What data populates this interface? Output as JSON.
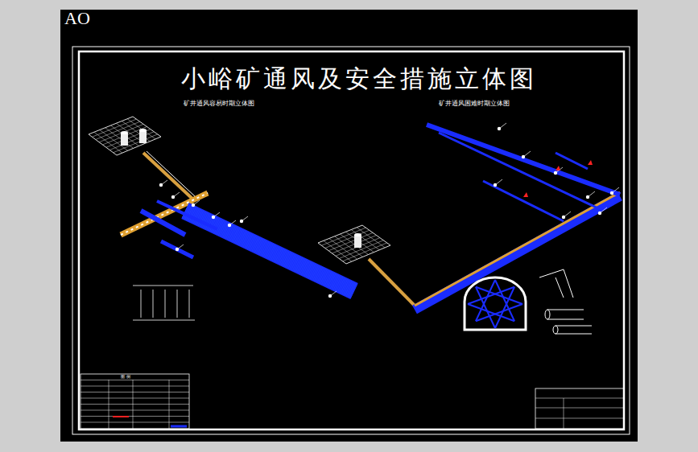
{
  "diagram": {
    "title": "小峪矿通风及安全措施立体图",
    "labels": [
      "AO",
      "矿井通风容易时期立体图",
      "矿井通风困难时期立体图",
      "图 例"
    ]
  }
}
